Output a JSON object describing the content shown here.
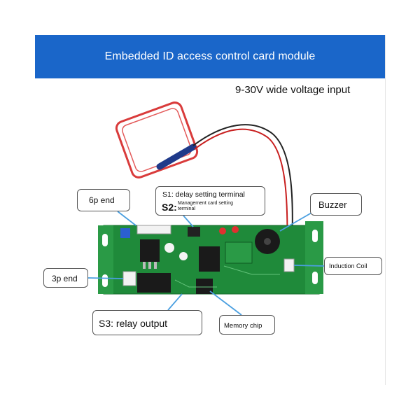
{
  "header": {
    "title": "Embedded ID access control card module"
  },
  "subtitle": "9-30V wide voltage input",
  "callouts": {
    "six_p": "6p end",
    "s1": "S1: delay setting terminal",
    "s2_label": "S2:",
    "s2_desc": "Management card setting terminal",
    "buzzer": "Buzzer",
    "three_p": "3p end",
    "induction": "Induction Coil",
    "s3": "S3: relay output",
    "memory": "Memory chip"
  },
  "colors": {
    "banner": "#1a66c9",
    "pcb": "#1f8a3a",
    "coil": "#d93b3b",
    "sleeve": "#1f3a8a"
  }
}
